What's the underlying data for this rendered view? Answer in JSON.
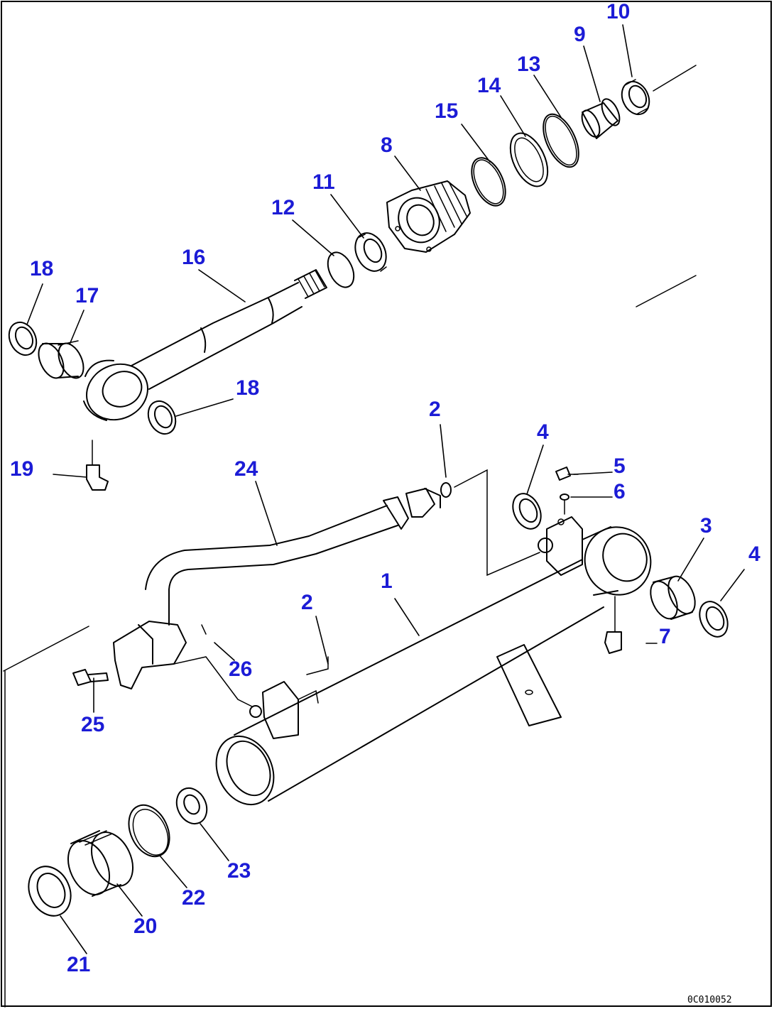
{
  "diagram": {
    "drawing_code": "0C010052",
    "label_color": "#1c1cd6",
    "callouts": {
      "c1": "1",
      "c2a": "2",
      "c2b": "2",
      "c3": "3",
      "c4a": "4",
      "c4b": "4",
      "c5": "5",
      "c6": "6",
      "c7": "7",
      "c8": "8",
      "c9": "9",
      "c10": "10",
      "c11": "11",
      "c12": "12",
      "c13": "13",
      "c14": "14",
      "c15": "15",
      "c16": "16",
      "c17": "17",
      "c18a": "18",
      "c18b": "18",
      "c19": "19",
      "c20": "20",
      "c21": "21",
      "c22": "22",
      "c23": "23",
      "c24": "24",
      "c25": "25",
      "c26": "26"
    }
  }
}
